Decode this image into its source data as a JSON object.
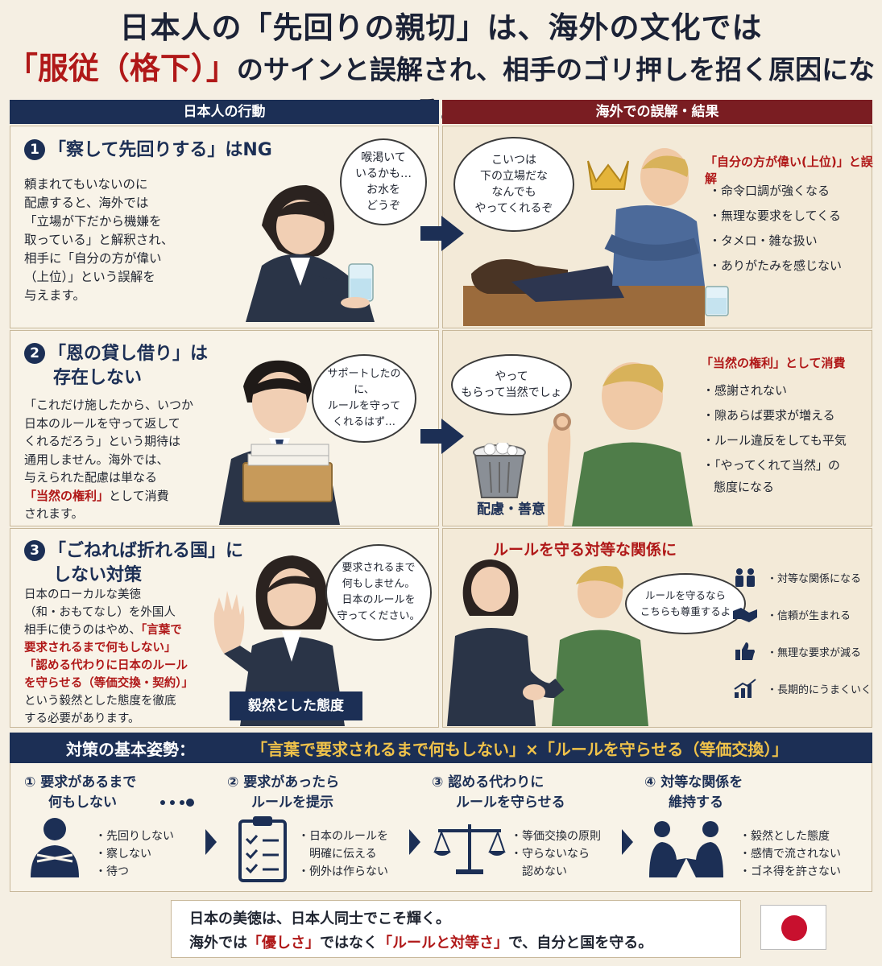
{
  "title": {
    "line1": "日本人の「先回りの親切」は、海外の文化では",
    "line2_red": "「服従（格下）」",
    "line2_rest": "のサインと誤解され、相手のゴリ押しを招く原因になる。"
  },
  "columns": {
    "left": "日本人の行動",
    "right": "海外での誤解・結果"
  },
  "sections": [
    {
      "num": "1",
      "title": "「察して先回りする」はNG",
      "body": [
        "頼まれてもいないのに",
        "配慮すると、海外では",
        "「立場が下だから機嫌を",
        "取っている」と解釈され、",
        "相手に「自分の方が偉い",
        "（上位）」という誤解を",
        "与えます。"
      ],
      "bubble": [
        "喉渇いて",
        "いるかも…",
        "お水を",
        "どうぞ"
      ],
      "right_bubble": [
        "こいつは",
        "下の立場だな",
        "なんでも",
        "やってくれるぞ"
      ],
      "right_title": "「自分の方が偉い(上位)」と誤解",
      "right_items": [
        "命令口調が強くなる",
        "無理な要求をしてくる",
        "タメロ・雑な扱い",
        "ありがたみを感じない"
      ]
    },
    {
      "num": "2",
      "title_l1": "「恩の貸し借り」は",
      "title_l2": "存在しない",
      "body": [
        "「これだけ施したから、いつか",
        "日本のルールを守って返して",
        "くれるだろう」という期待は",
        "通用しません。海外では、",
        "与えられた配慮は単なる"
      ],
      "body_red": "「当然の権利」",
      "body_tail1": "として消費",
      "body_tail2": "されます。",
      "bubble": [
        "サポートしたのに、",
        "ルールを守って",
        "くれるはず…"
      ],
      "right_bubble": [
        "やって",
        "もらって当然でしょ"
      ],
      "trash_label": "配慮・善意",
      "right_title": "「当然の権利」として消費",
      "right_items": [
        "感謝されない",
        "隙あらば要求が増える",
        "ルール違反をしても平気",
        "「やってくれて当然」の"
      ],
      "right_item_tail": "態度になる"
    },
    {
      "num": "3",
      "title_l1": "「ごねれば折れる国」に",
      "title_l2": "しない対策",
      "body": [
        "日本のローカルな美徳",
        "（和・おもてなし）を外国人",
        "相手に使うのはやめ、"
      ],
      "body_red1": "「言葉で",
      "body_red2": "要求されるまで何もしない」",
      "body_red3a": "「認める代わりに",
      "body_red3b": "日本のルール",
      "body_red4": "を守らせる（等価交換・契約）」",
      "body_tail": [
        "という毅然とした態度を徹底",
        "する必要があります。"
      ],
      "bubble": [
        "要求されるまで",
        "何もしません。",
        "日本のルールを",
        "守ってください。"
      ],
      "badge": "毅然とした態度",
      "right_title": "ルールを守る対等な関係に",
      "right_bubble": [
        "ルールを守るなら",
        "こちらも尊重するよ"
      ],
      "result_items": [
        "・対等な関係になる",
        "・信頼が生まれる",
        "・無理な要求が減る",
        "・長期的にうまくいく"
      ]
    }
  ],
  "bottom": {
    "label": "対策の基本姿勢：",
    "motto": "「言葉で要求されるまで何もしない」×「ルールを守らせる（等価交換）」",
    "steps": [
      {
        "title_l1": "① 要求があるまで",
        "title_l2": "何もしない",
        "items": [
          "先回りしない",
          "察しない",
          "待つ"
        ]
      },
      {
        "title_l1": "② 要求があったら",
        "title_l2": "ルールを提示",
        "items": [
          "日本のルールを",
          "明確に伝える",
          "例外は作らない"
        ]
      },
      {
        "title_l1": "③ 認める代わりに",
        "title_l2": "ルールを守らせる",
        "items": [
          "等価交換の原則",
          "守らないなら",
          "認めない"
        ]
      },
      {
        "title_l1": "④ 対等な関係を",
        "title_l2": "維持する",
        "items": [
          "毅然とした態度",
          "感情で流されない",
          "ゴネ得を許さない"
        ]
      }
    ]
  },
  "footer": {
    "line1": "日本の美徳は、日本人同士でこそ輝く。",
    "line2_a": "海外では",
    "line2_red1": "「優しさ」",
    "line2_b": "ではなく",
    "line2_red2": "「ルールと対等さ」",
    "line2_c": "で、自分と国を守る。"
  },
  "colors": {
    "navy": "#1c2f55",
    "maroon": "#7a1d22",
    "red": "#b01818",
    "flag_red": "#c8102e"
  }
}
